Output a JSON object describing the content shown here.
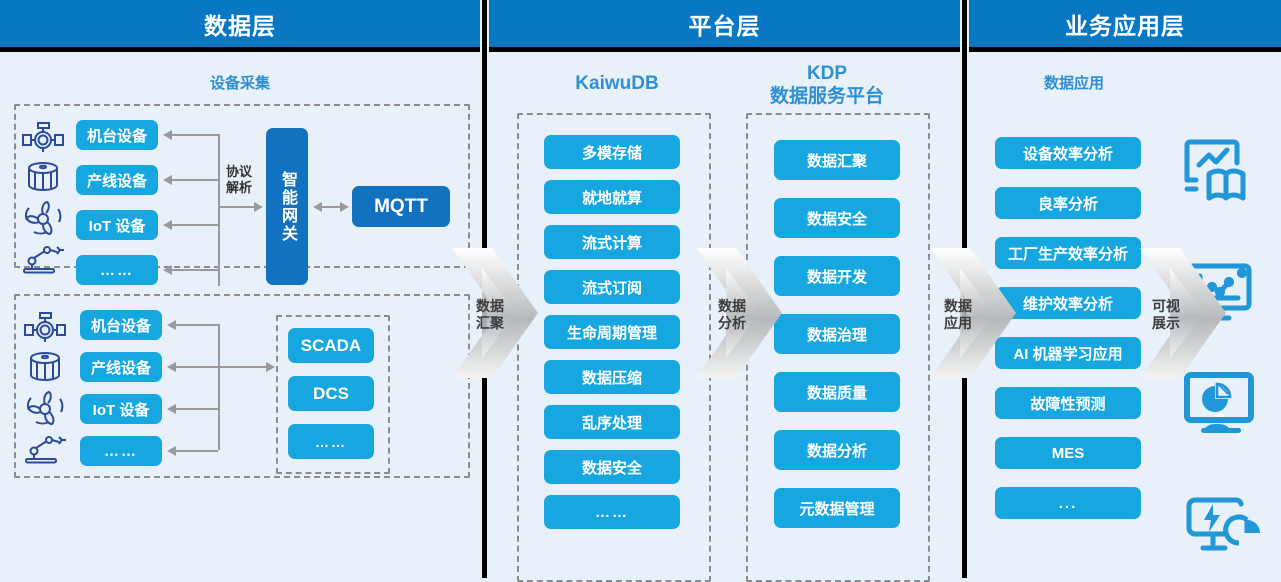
{
  "columns": {
    "data_layer": {
      "header": "数据层",
      "section_title": "设备采集",
      "group_top": {
        "devices": [
          "机台设备",
          "产线设备",
          "IoT 设备",
          "……"
        ],
        "device_icons": [
          "valve-icon",
          "tank-icon",
          "fan-icon",
          "robot-arm-icon"
        ],
        "edge_label": "协议\n解析",
        "edge_label_line1": "协议",
        "edge_label_line2": "解析",
        "gateway": "智能网关",
        "broker": "MQTT"
      },
      "group_bottom": {
        "devices": [
          "机台设备",
          "产线设备",
          "IoT 设备",
          "……"
        ],
        "device_icons": [
          "valve-icon",
          "tank-icon",
          "fan-icon",
          "robot-arm-icon"
        ],
        "systems": [
          "SCADA",
          "DCS",
          "……"
        ]
      }
    },
    "platform_layer": {
      "header": "平台层",
      "kaiwudb": {
        "title": "KaiwuDB",
        "items": [
          "多模存储",
          "就地就算",
          "流式计算",
          "流式订阅",
          "生命周期管理",
          "数据压缩",
          "乱序处理",
          "数据安全",
          "……"
        ]
      },
      "kdp": {
        "title_line1": "KDP",
        "title_line2": "数据服务平台",
        "items": [
          "数据汇聚",
          "数据安全",
          "数据开发",
          "数据治理",
          "数据质量",
          "数据分析",
          "元数据管理"
        ]
      }
    },
    "business_layer": {
      "header": "业务应用层",
      "section_title": "数据应用",
      "items": [
        "设备效率分析",
        "良率分析",
        "工厂生产效率分析",
        "维护效率分析",
        "AI 机器学习应用",
        "故障性预测",
        "MES",
        "..."
      ],
      "viz_icons": [
        "report-chart-book-icon",
        "monitor-line-chart-icon",
        "monitor-pie-chart-icon",
        "monitor-energy-gauge-icon"
      ]
    }
  },
  "flows": [
    {
      "name": "flow-data-aggregation",
      "line1": "数据",
      "line2": "汇聚"
    },
    {
      "name": "flow-data-analysis",
      "line1": "数据",
      "line2": "分析"
    },
    {
      "name": "flow-data-application",
      "line1": "数据",
      "line2": "应用"
    },
    {
      "name": "flow-visualization",
      "line1": "可视",
      "line2": "展示"
    }
  ],
  "colors": {
    "header_blue": "#0878c4",
    "pill_cyan": "#17a7e0",
    "pill_deep_blue": "#1272c0",
    "panel_bg": "#e8f0f9",
    "title_blue": "#2f8fd4",
    "connector_grey": "#9a9a9a",
    "dashed_grey": "#8c8c8c"
  }
}
